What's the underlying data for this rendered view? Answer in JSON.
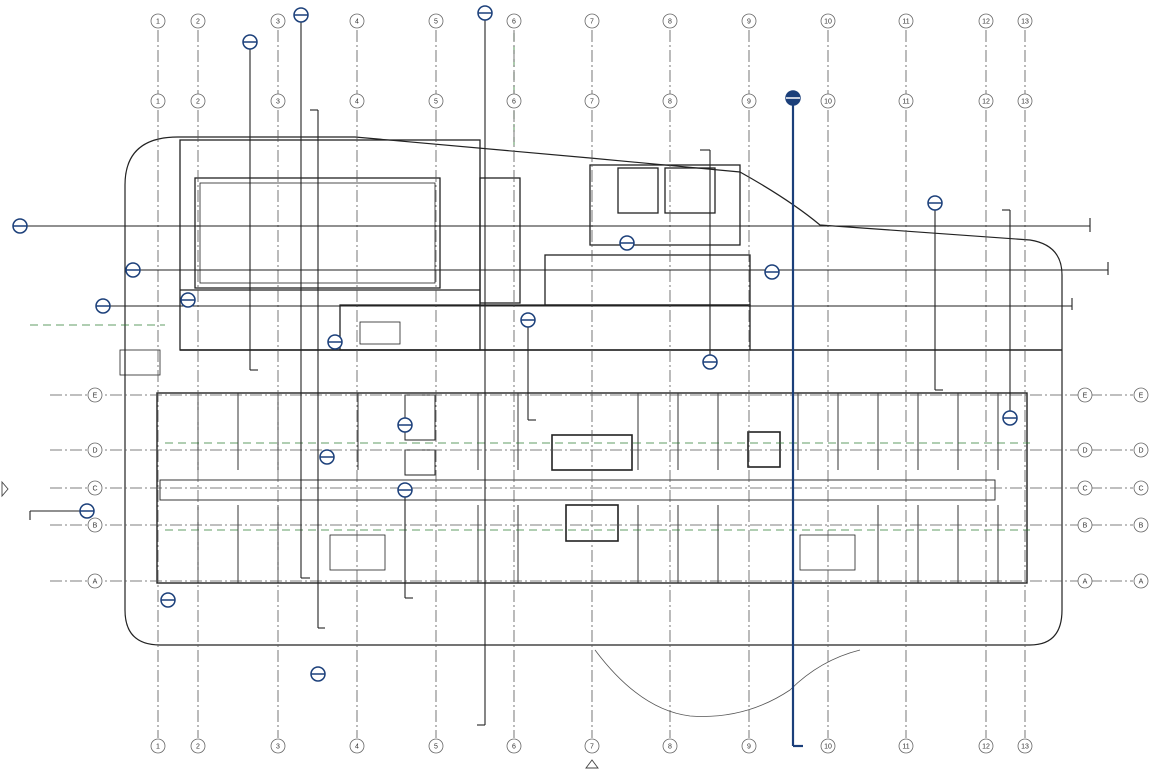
{
  "view": {
    "type": "floor-plan",
    "accent_color": "#1b3f7a",
    "dashed_green": "#2e7d32"
  },
  "grid_columns": [
    "1",
    "2",
    "3",
    "4",
    "5",
    "6",
    "7",
    "8",
    "9",
    "10",
    "11",
    "12",
    "13"
  ],
  "grid_rows": [
    "E",
    "D",
    "C",
    "B",
    "A"
  ]
}
